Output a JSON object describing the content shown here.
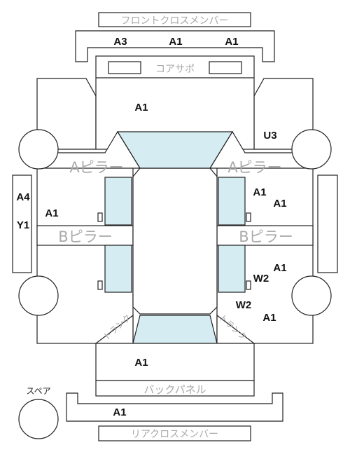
{
  "parts": {
    "front_cross_member": "フロントクロスメンバー",
    "core_support": "コアサポ",
    "a_pillar_left": "Aピラー",
    "a_pillar_right": "Aピラー",
    "b_pillar_left": "Bピラー",
    "b_pillar_right": "Bピラー",
    "trunk_left": "トランク",
    "trunk_right": "トランク",
    "back_panel": "バックパネル",
    "rear_cross_member": "リアクロスメンバー",
    "spare": "スペア"
  },
  "codes": {
    "front_cross_left": "A3",
    "front_cross_center": "A1",
    "front_cross_right": "A1",
    "hood": "A1",
    "right_front_fender": "U3",
    "left_side_rail_upper": "A4",
    "left_side_rail_lower": "Y1",
    "left_front_door": "A1",
    "right_front_door_1": "A1",
    "right_front_door_2": "A1",
    "right_rear_door_1": "A1",
    "right_rear_door_2": "W2",
    "right_quarter_1": "W2",
    "right_quarter_2": "A1",
    "trunk_lid": "A1",
    "rear_cross": "A1"
  },
  "colors": {
    "glass": "#d6ecf3",
    "outline": "#222222",
    "part_label": "#aaaaaa",
    "code": "#111111"
  }
}
